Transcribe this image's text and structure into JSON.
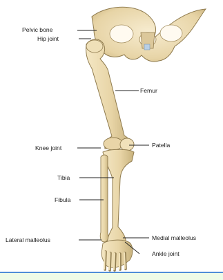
{
  "diagram": {
    "colors": {
      "bone_fill": "#ead8ad",
      "bone_shadow": "#c7b27e",
      "bone_outline": "#8f7b4e",
      "leader_line": "#222222",
      "background": "#ffffff",
      "page_background": "#eefbe7",
      "divider": "#4f8dd8"
    },
    "labels": {
      "pelvic_bone": "Pelvic bone",
      "hip_joint": "Hip joint",
      "femur": "Femur",
      "knee_joint": "Knee joint",
      "patella": "Patella",
      "tibia": "Tibia",
      "fibula": "Fibula",
      "lateral_malleolus": "Lateral malleolus",
      "medial_malleolus": "Medial malleolus",
      "ankle_joint": "Ankle joint"
    }
  }
}
